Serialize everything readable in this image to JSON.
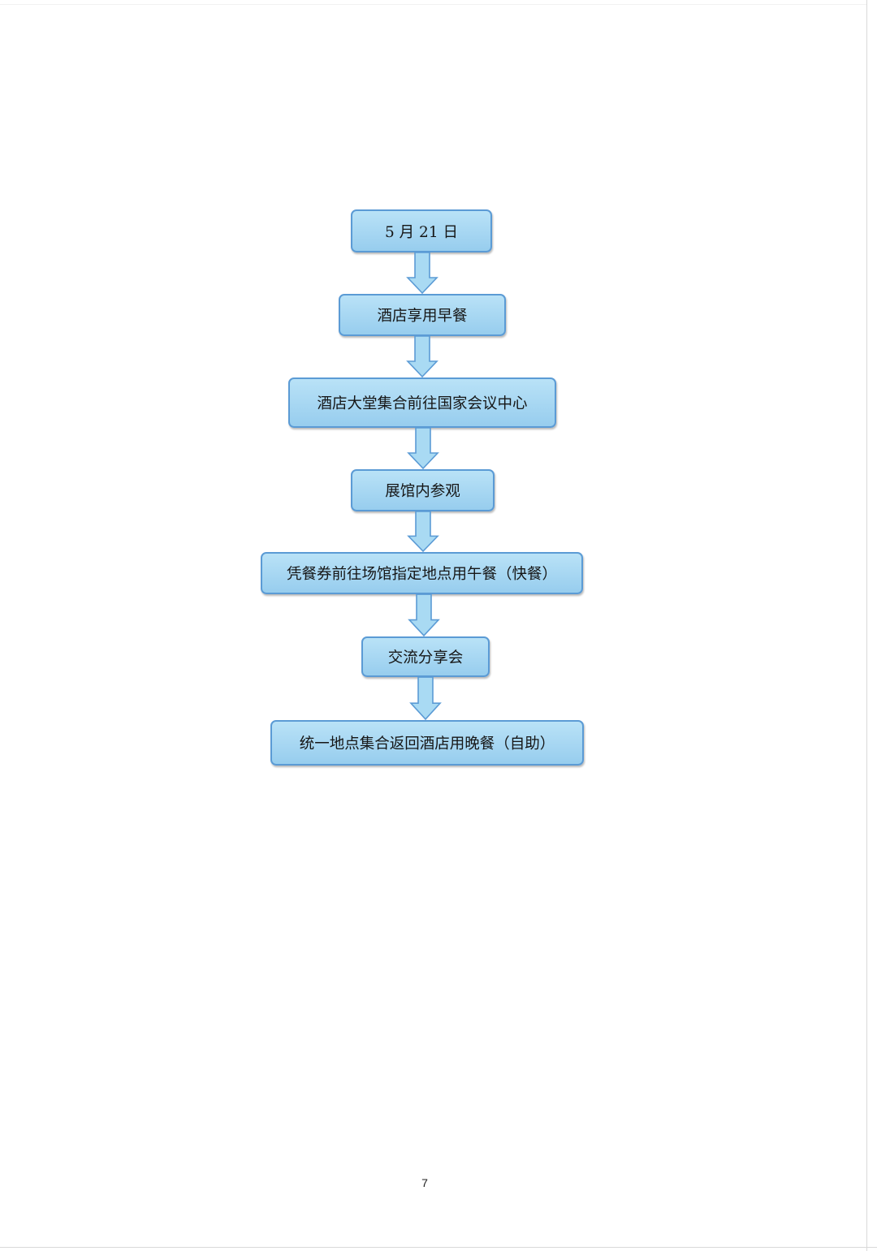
{
  "flow": {
    "steps": [
      {
        "label": "5 月 21 日"
      },
      {
        "label": "酒店享用早餐"
      },
      {
        "label": "酒店大堂集合前往国家会议中心"
      },
      {
        "label": "展馆内参观"
      },
      {
        "label": "凭餐券前往场馆指定地点用午餐（快餐）"
      },
      {
        "label": "交流分享会"
      },
      {
        "label": "统一地点集合返回酒店用晚餐（自助）"
      }
    ]
  },
  "page": {
    "number": "7"
  },
  "colors": {
    "box_fill": "#a9daf3",
    "box_border": "#5b9bd5",
    "arrow_fill": "#a9daf3",
    "arrow_border": "#5b9bd5"
  }
}
